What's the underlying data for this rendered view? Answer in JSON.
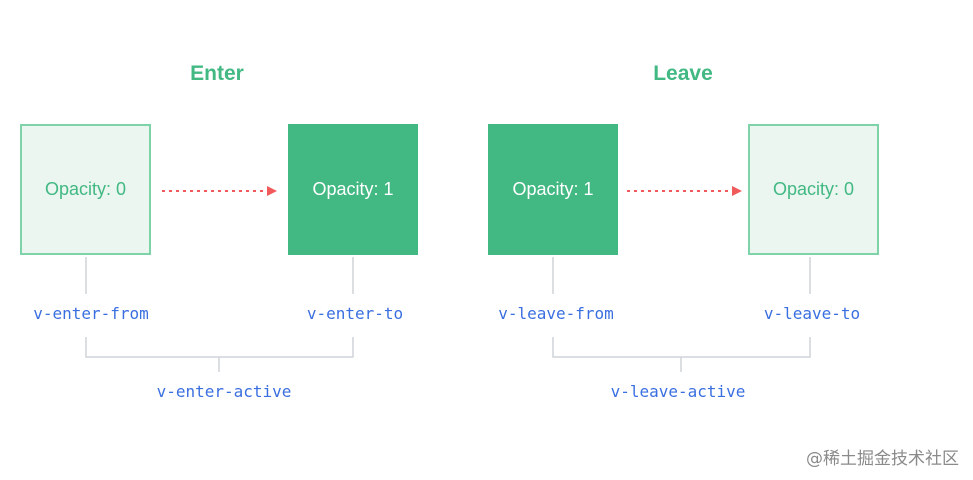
{
  "enter": {
    "title": "Enter",
    "from_box": "Opacity: 0",
    "to_box": "Opacity: 1",
    "from_class": "v-enter-from",
    "to_class": "v-enter-to",
    "active_class": "v-enter-active"
  },
  "leave": {
    "title": "Leave",
    "from_box": "Opacity: 1",
    "to_box": "Opacity: 0",
    "from_class": "v-leave-from",
    "to_class": "v-leave-to",
    "active_class": "v-leave-active"
  },
  "watermark": "@稀土掘金技术社区",
  "colors": {
    "accent": "#42b883",
    "light_fill": "#eaf6ef",
    "light_border": "#7fd3a8",
    "class_text": "#3a6fe0",
    "arrow": "#f15a5a",
    "connector": "#cfd4d8"
  }
}
